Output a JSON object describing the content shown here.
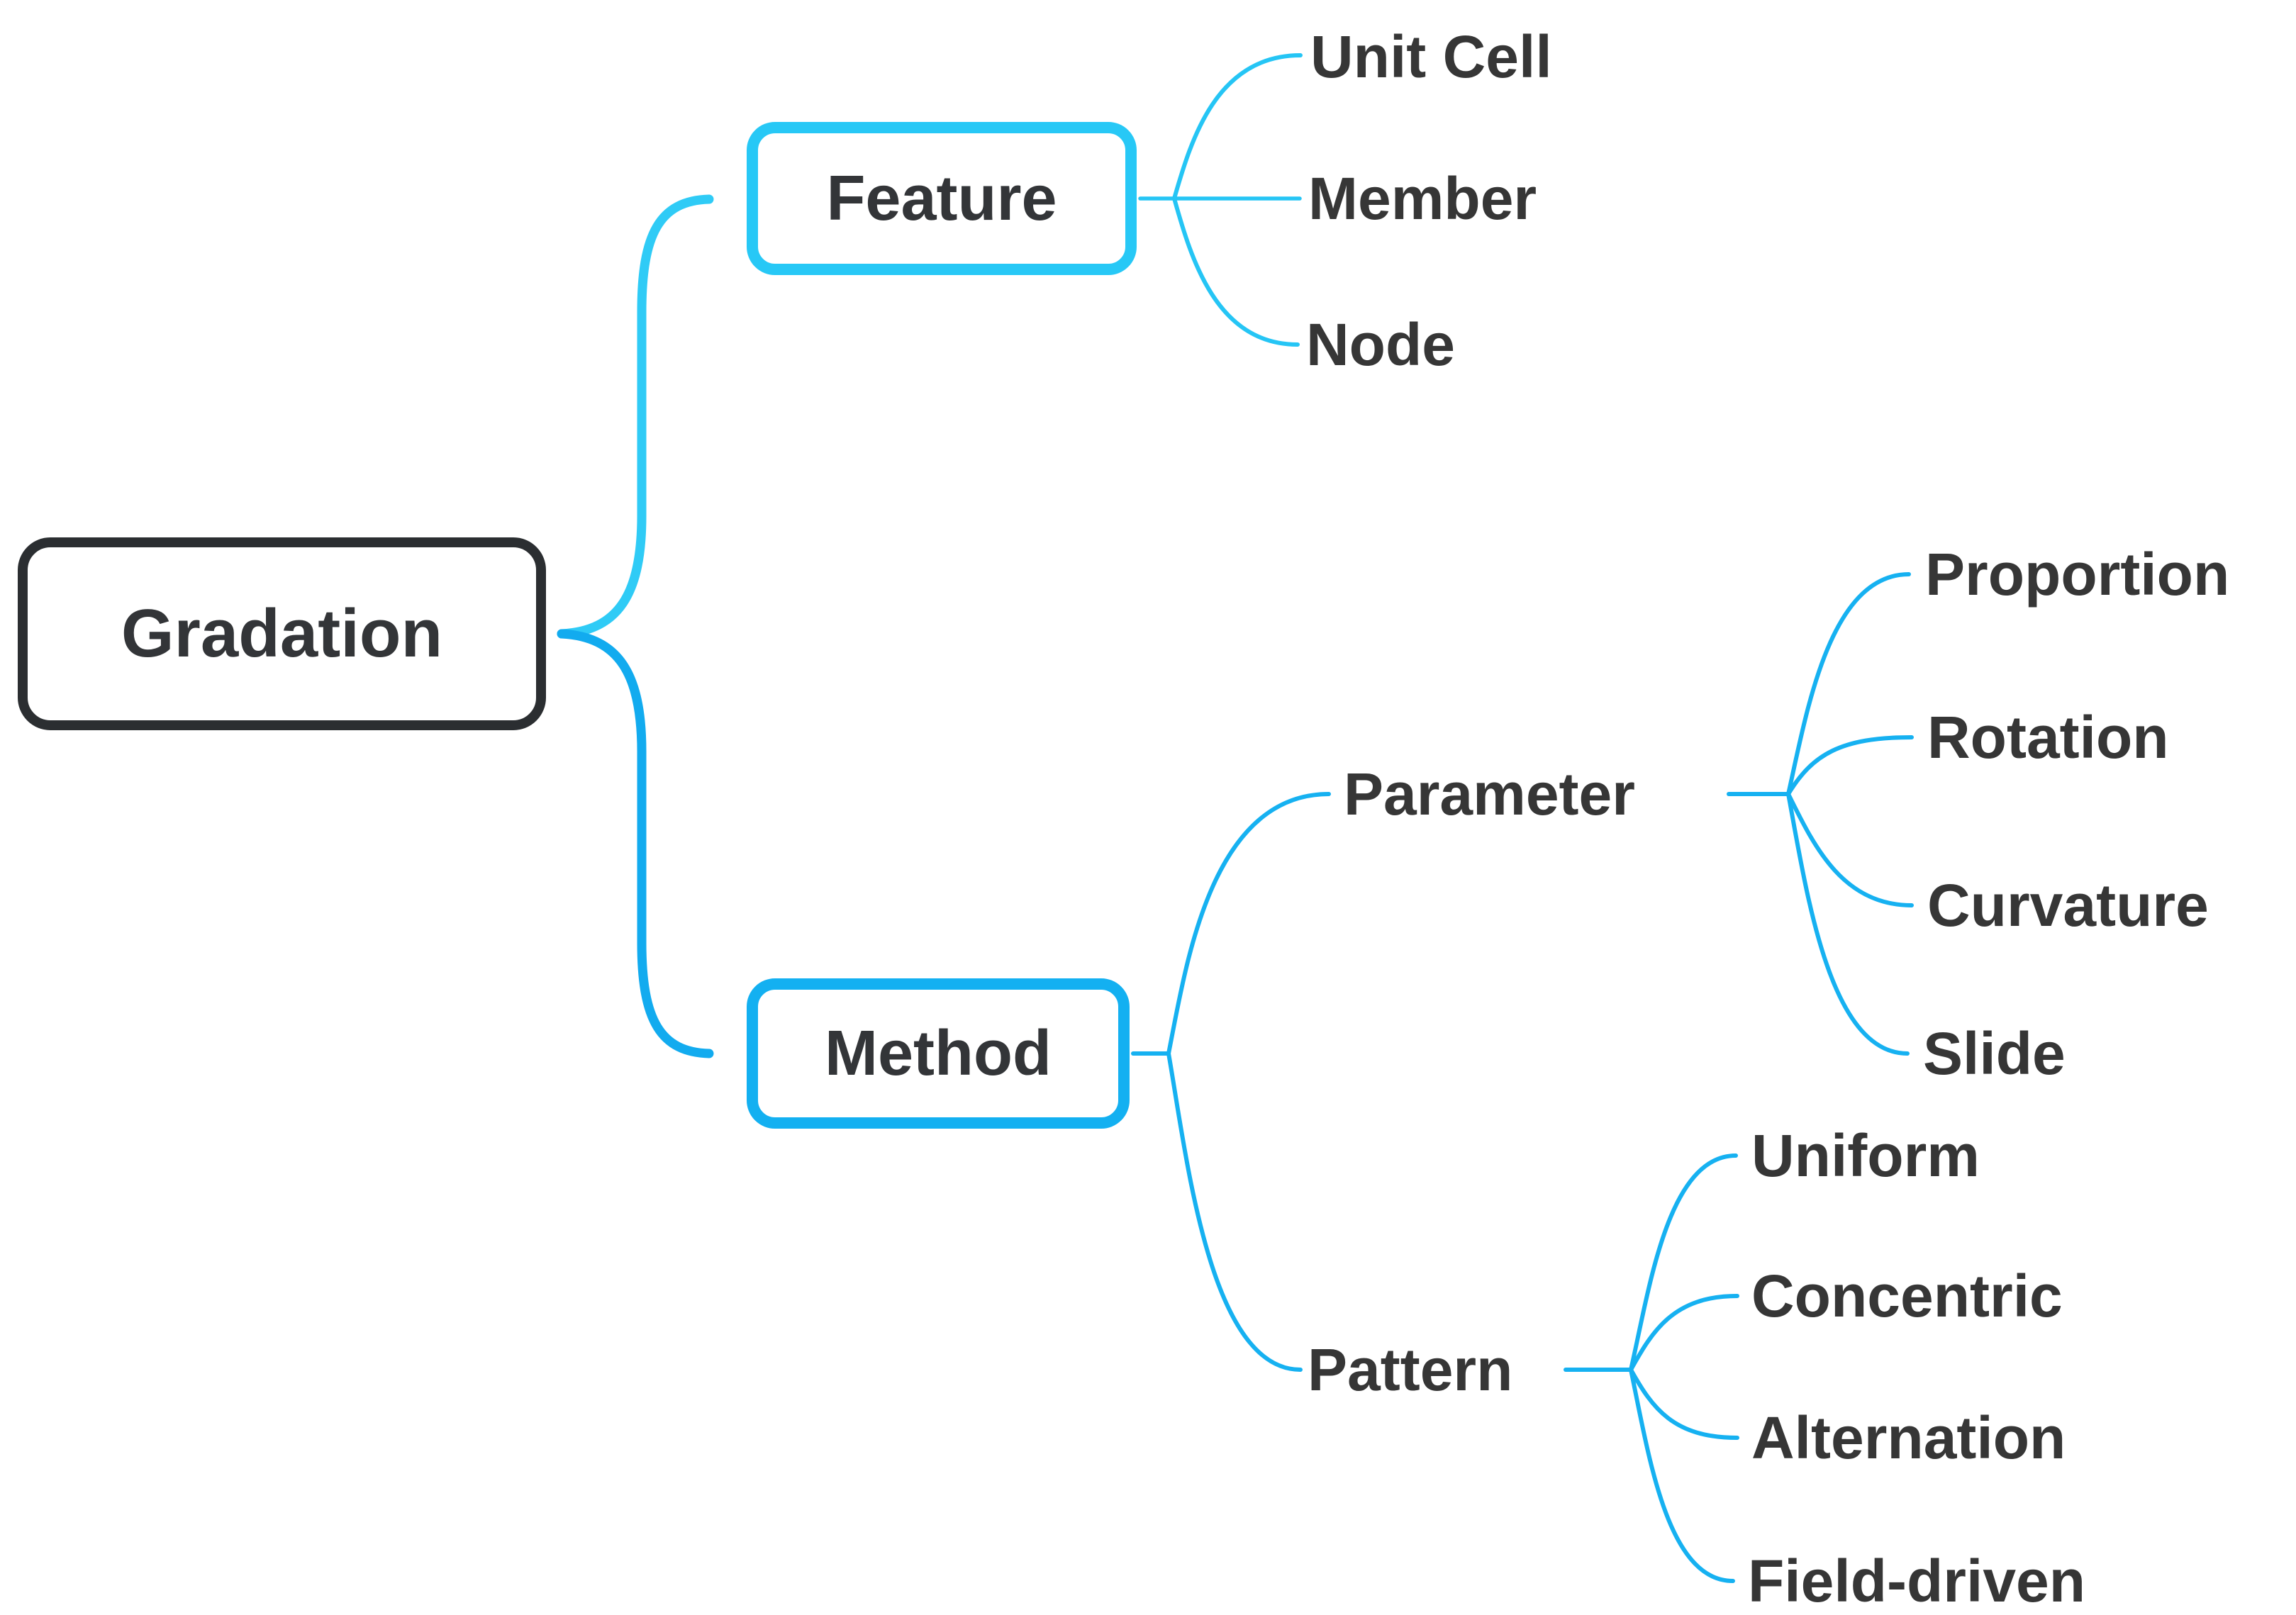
{
  "diagram": {
    "type": "mindmap",
    "root": {
      "label": "Gradation"
    },
    "branches": [
      {
        "label": "Feature",
        "color": "#27c8f6",
        "children": [
          {
            "label": "Unit Cell"
          },
          {
            "label": "Member"
          },
          {
            "label": "Node"
          }
        ]
      },
      {
        "label": "Method",
        "color": "#13b0f1",
        "children": [
          {
            "label": "Parameter",
            "children": [
              {
                "label": "Proportion"
              },
              {
                "label": "Rotation"
              },
              {
                "label": "Curvature"
              },
              {
                "label": "Slide"
              }
            ]
          },
          {
            "label": "Pattern",
            "children": [
              {
                "label": "Uniform"
              },
              {
                "label": "Concentric"
              },
              {
                "label": "Alternation"
              },
              {
                "label": "Field-driven"
              }
            ]
          }
        ]
      }
    ],
    "colors": {
      "feature_branch": "#27c8f6",
      "method_branch": "#13b0f1",
      "root_border": "#2b2e31",
      "text": "#363636",
      "background": "#ffffff"
    }
  }
}
